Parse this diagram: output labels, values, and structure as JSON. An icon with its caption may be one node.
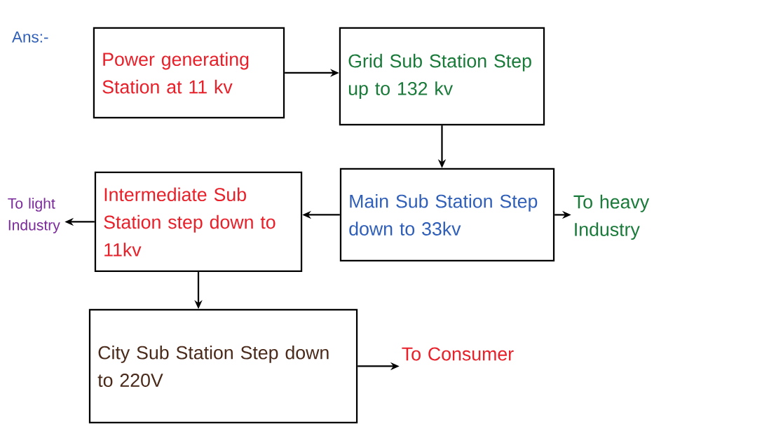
{
  "diagram": {
    "nodes": [
      {
        "text": [
          "Power generating Station at 11 kv"
        ]
      },
      {
        "text": [
          "Grid Sub Station Step up to 132 kv"
        ]
      },
      {
        "text": [
          "Main Sub Station Step down to 33kv"
        ]
      },
      {
        "text": [
          "Intermediate Sub Station step down to 11kv"
        ]
      },
      {
        "text": [
          "City Sub Station Step down to 220V"
        ]
      },
      {
        "text": [
          "To heavy Industry"
        ]
      },
      {
        "text": [
          "To light Industry"
        ]
      },
      {
        "text": [
          "To Consumer"
        ]
      }
    ],
    "edges": [
      {
        "from": 0,
        "to": 1,
        "arrow": "to"
      },
      {
        "from": 1,
        "to": 2,
        "arrow": "to"
      },
      {
        "from": 2,
        "to": 3,
        "arrow": "to"
      },
      {
        "from": 2,
        "to": 5,
        "arrow": "to"
      },
      {
        "from": 3,
        "to": 6,
        "arrow": "to"
      },
      {
        "from": 3,
        "to": 4,
        "arrow": "to"
      },
      {
        "from": 4,
        "to": 7,
        "arrow": "to"
      }
    ],
    "labels": [
      "Ans:-"
    ]
  }
}
